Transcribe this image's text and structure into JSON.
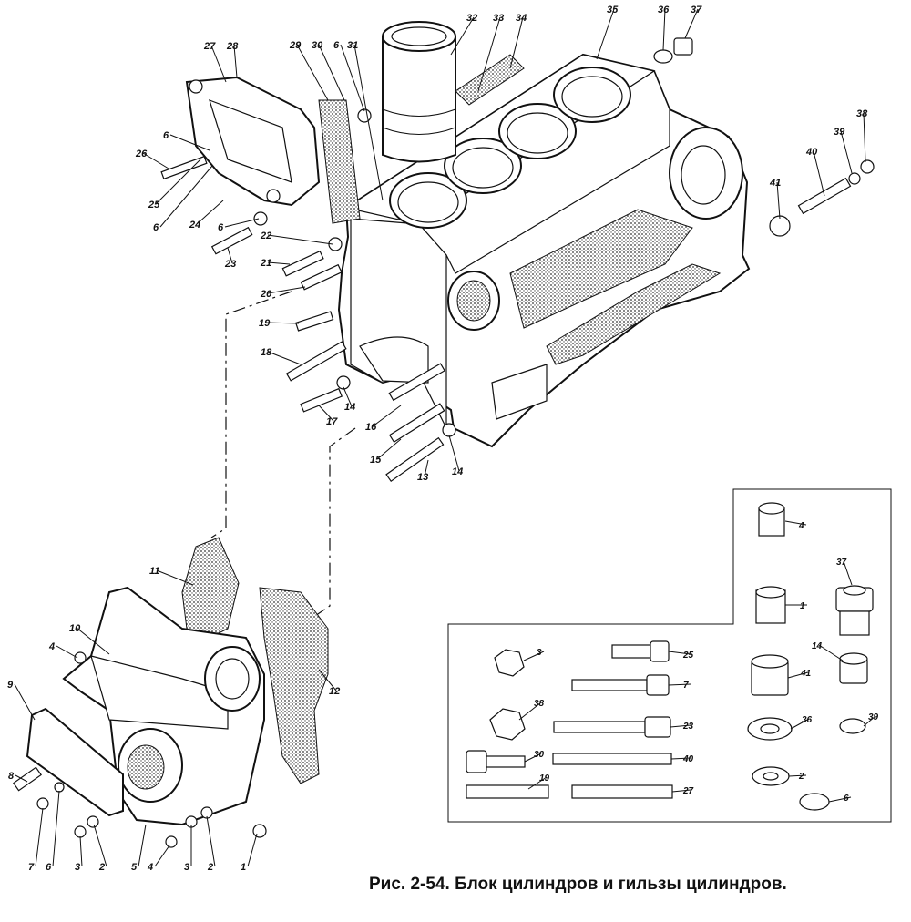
{
  "caption": "Рис. 2-54. Блок цилиндров и гильзы цилиндров.",
  "callouts": [
    {
      "id": "c1",
      "text": "1"
    },
    {
      "id": "c2",
      "text": "2"
    },
    {
      "id": "c3",
      "text": "3"
    },
    {
      "id": "c4",
      "text": "4"
    },
    {
      "id": "c5",
      "text": "5"
    },
    {
      "id": "c6",
      "text": "6"
    },
    {
      "id": "c7",
      "text": "7"
    },
    {
      "id": "c8",
      "text": "8"
    },
    {
      "id": "c9",
      "text": "9"
    },
    {
      "id": "c10",
      "text": "10"
    },
    {
      "id": "c11",
      "text": "11"
    },
    {
      "id": "c12",
      "text": "12"
    },
    {
      "id": "c13",
      "text": "13"
    },
    {
      "id": "c14a",
      "text": "14"
    },
    {
      "id": "c14b",
      "text": "14"
    },
    {
      "id": "c15",
      "text": "15"
    },
    {
      "id": "c16",
      "text": "16"
    },
    {
      "id": "c17",
      "text": "17"
    },
    {
      "id": "c18",
      "text": "18"
    },
    {
      "id": "c19",
      "text": "19"
    },
    {
      "id": "c20",
      "text": "20"
    },
    {
      "id": "c21",
      "text": "21"
    },
    {
      "id": "c22",
      "text": "22"
    },
    {
      "id": "c23",
      "text": "23"
    },
    {
      "id": "c24",
      "text": "24"
    },
    {
      "id": "c25",
      "text": "25"
    },
    {
      "id": "c26",
      "text": "26"
    },
    {
      "id": "c27",
      "text": "27"
    },
    {
      "id": "c28",
      "text": "28"
    },
    {
      "id": "c29",
      "text": "29"
    },
    {
      "id": "c30",
      "text": "30"
    },
    {
      "id": "c31",
      "text": "31"
    },
    {
      "id": "c32",
      "text": "32"
    },
    {
      "id": "c33",
      "text": "33"
    },
    {
      "id": "c34",
      "text": "34"
    },
    {
      "id": "c35",
      "text": "35"
    },
    {
      "id": "c36",
      "text": "36"
    },
    {
      "id": "c37",
      "text": "37"
    },
    {
      "id": "c38",
      "text": "38"
    },
    {
      "id": "c39",
      "text": "39"
    },
    {
      "id": "c40",
      "text": "40"
    },
    {
      "id": "c41",
      "text": "41"
    },
    {
      "id": "c6b",
      "text": "6"
    },
    {
      "id": "c6c",
      "text": "6"
    },
    {
      "id": "c6d",
      "text": "6"
    },
    {
      "id": "c6e",
      "text": "6"
    },
    {
      "id": "c4b",
      "text": "4"
    },
    {
      "id": "c7b",
      "text": "7"
    },
    {
      "id": "c6f",
      "text": "6"
    },
    {
      "id": "c3b",
      "text": "3"
    },
    {
      "id": "c2b",
      "text": "2"
    },
    {
      "id": "c2c",
      "text": "2"
    },
    {
      "id": "c3c",
      "text": "3"
    }
  ],
  "inset": {
    "labels": [
      {
        "id": "i4",
        "text": "4"
      },
      {
        "id": "i37",
        "text": "37"
      },
      {
        "id": "i1",
        "text": "1"
      },
      {
        "id": "i14",
        "text": "14"
      },
      {
        "id": "i41",
        "text": "41"
      },
      {
        "id": "i36",
        "text": "36"
      },
      {
        "id": "i39",
        "text": "39"
      },
      {
        "id": "i2",
        "text": "2"
      },
      {
        "id": "i6",
        "text": "6"
      },
      {
        "id": "i3",
        "text": "3"
      },
      {
        "id": "i25",
        "text": "25"
      },
      {
        "id": "i7",
        "text": "7"
      },
      {
        "id": "i38",
        "text": "38"
      },
      {
        "id": "i23",
        "text": "23"
      },
      {
        "id": "i30",
        "text": "30"
      },
      {
        "id": "i40",
        "text": "40"
      },
      {
        "id": "i19",
        "text": "19"
      },
      {
        "id": "i27",
        "text": "27"
      }
    ]
  }
}
